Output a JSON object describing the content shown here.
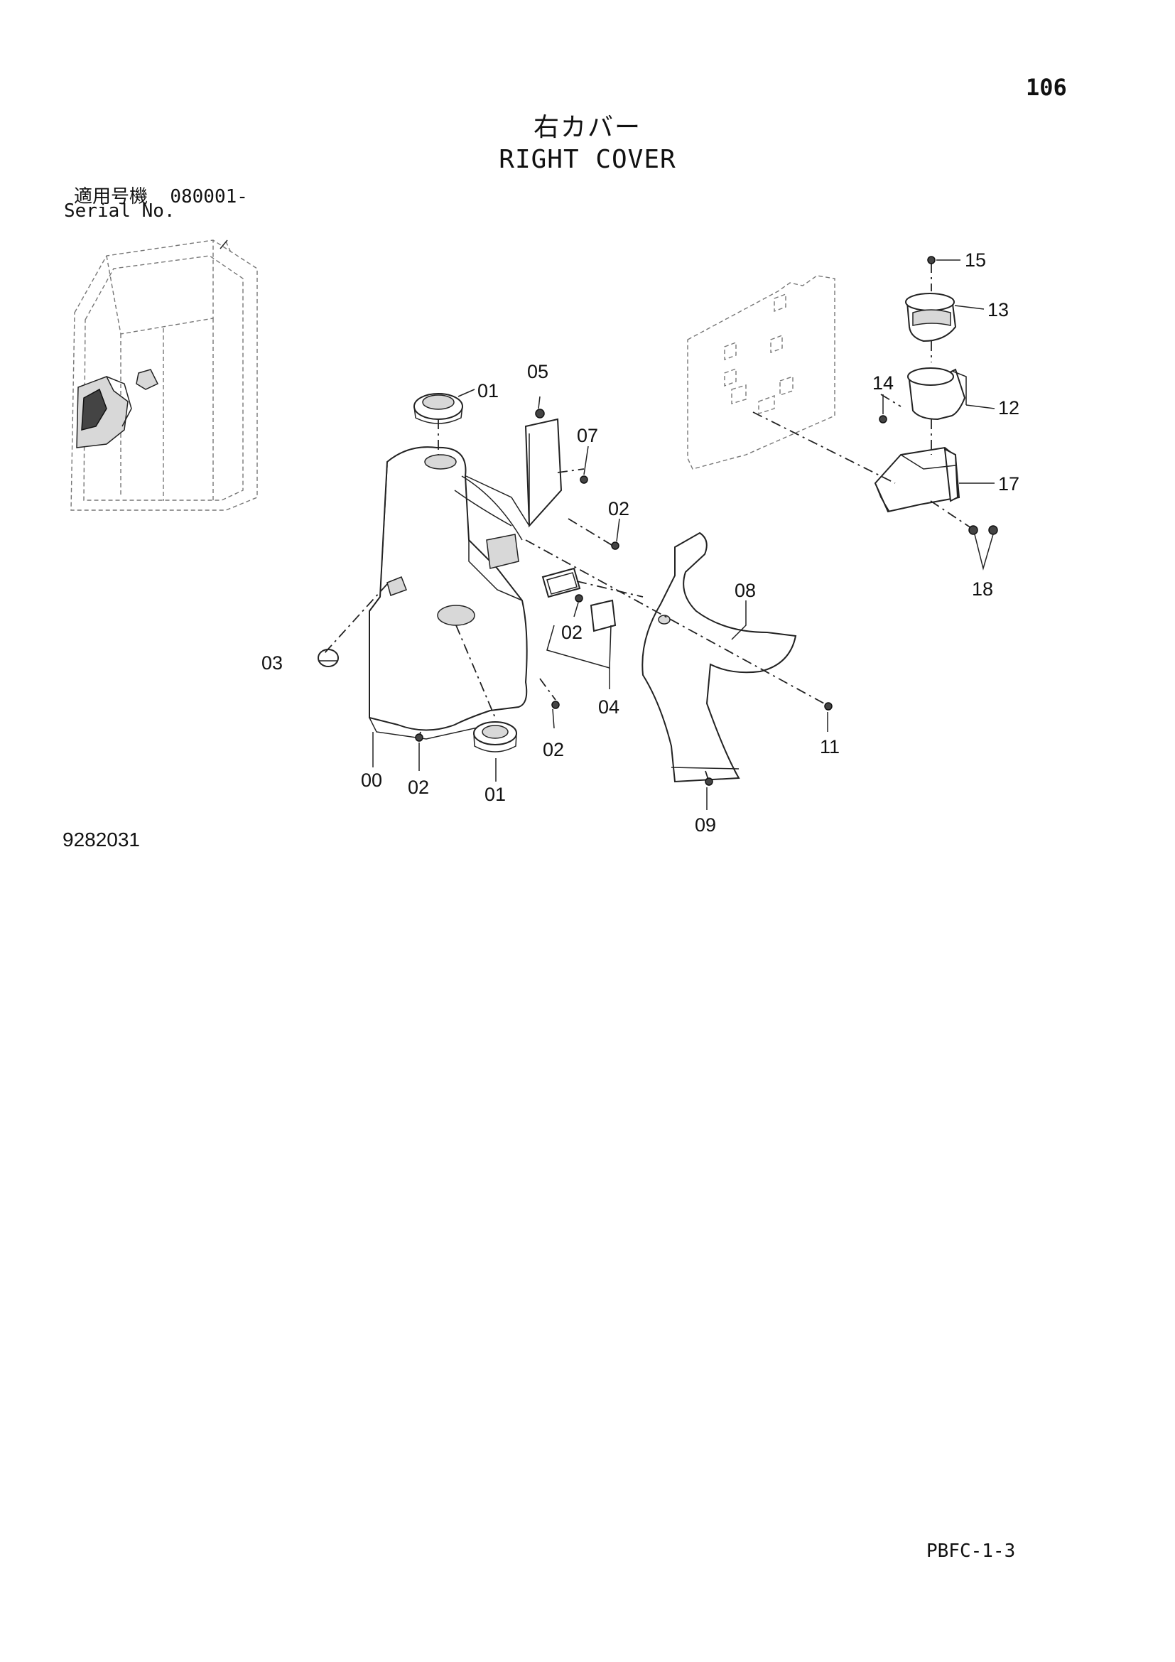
{
  "header": {
    "page_number": "106",
    "title_jp": "右カバー",
    "title_en": "RIGHT COVER",
    "serial_label_jp": "適用号機",
    "serial_value": "080001-",
    "serial_label_en": "Serial No."
  },
  "figure": {
    "number": "9282031",
    "callouts": [
      {
        "id": "c-01a",
        "text": "01"
      },
      {
        "id": "c-05",
        "text": "05"
      },
      {
        "id": "c-07",
        "text": "07"
      },
      {
        "id": "c-02a",
        "text": "02"
      },
      {
        "id": "c-02b",
        "text": "02"
      },
      {
        "id": "c-03",
        "text": "03"
      },
      {
        "id": "c-04",
        "text": "04"
      },
      {
        "id": "c-08",
        "text": "08"
      },
      {
        "id": "c-11",
        "text": "11"
      },
      {
        "id": "c-02c",
        "text": "02"
      },
      {
        "id": "c-00",
        "text": "00"
      },
      {
        "id": "c-02d",
        "text": "02"
      },
      {
        "id": "c-01b",
        "text": "01"
      },
      {
        "id": "c-09",
        "text": "09"
      },
      {
        "id": "c-15",
        "text": "15"
      },
      {
        "id": "c-13",
        "text": "13"
      },
      {
        "id": "c-14",
        "text": "14"
      },
      {
        "id": "c-12",
        "text": "12"
      },
      {
        "id": "c-17",
        "text": "17"
      },
      {
        "id": "c-18",
        "text": "18"
      }
    ]
  },
  "footer": {
    "code": "PBFC-1-3"
  }
}
